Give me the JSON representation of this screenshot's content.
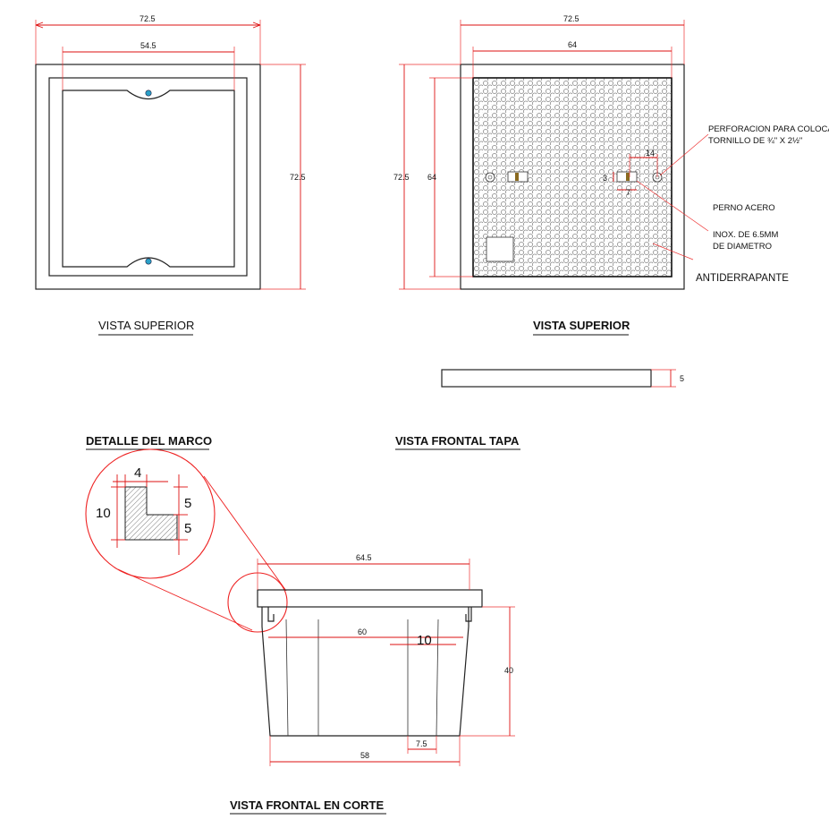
{
  "dimensions": {
    "frame_outer_top": "72.5",
    "frame_inner_top": "54.5",
    "frame_outer_right": "72.5",
    "lid_outer_top": "72.5",
    "lid_inner_top": "64",
    "lid_outer_left": "72.5",
    "lid_inner_left": "64",
    "bolt_spacing": "14",
    "bolt_small": "3",
    "bolt_small_bottom": "7",
    "lid_thickness": "5",
    "detail_width": "4",
    "detail_height": "10",
    "detail_step_top": "5",
    "detail_step_bottom": "5",
    "section_top": "64.5",
    "section_inner": "60",
    "section_rib": "10",
    "section_height": "40",
    "section_bottom_rib": "7.5",
    "section_bottom": "58"
  },
  "notes": {
    "perforation_line1": "PERFORACION PARA COLOCAR",
    "perforation_line2": "TORNILLO DE ¾\" X 2½\"",
    "bolt_line1": "PERNO ACERO",
    "bolt_line2": "INOX. DE 6.5MM",
    "bolt_line3": "DE DIAMETRO",
    "antislip": "ANTIDERRAPANTE"
  },
  "titles": {
    "top_view_frame": "VISTA SUPERIOR",
    "top_view_lid": "VISTA SUPERIOR",
    "frame_detail": "DETALLE DEL MARCO",
    "front_view_lid": "VISTA FRONTAL TAPA",
    "front_section": "VISTA  FRONTAL EN CORTE"
  },
  "colors": {
    "dimension": "#dd1111",
    "line": "#222222",
    "marker": "#2aa0c8"
  }
}
